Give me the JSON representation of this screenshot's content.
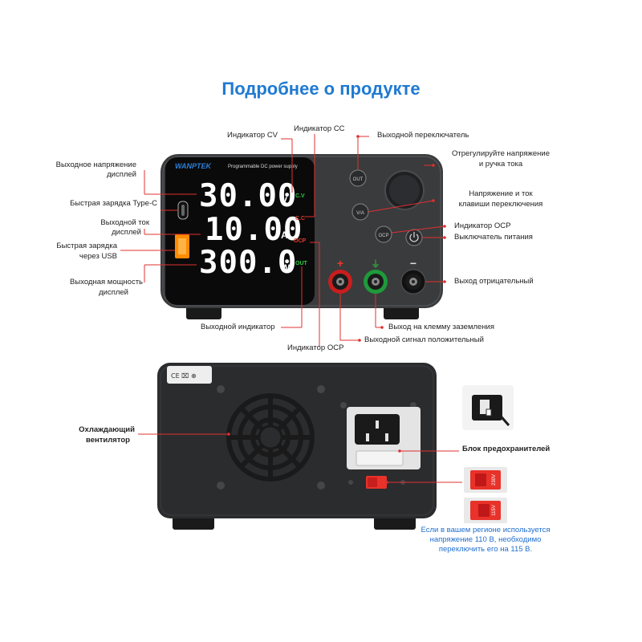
{
  "title": "Подробнее о продукте",
  "front_panel": {
    "brand": "WANPTEK",
    "subtitle": "Programmable DC power supply",
    "display": {
      "voltage": "30.00",
      "voltage_unit": "V",
      "current": "10.00",
      "current_unit": "A",
      "power": "300.0",
      "power_unit": "W"
    },
    "indicators": {
      "cv": "C.V",
      "cc": "C.C",
      "ocp": "OCP",
      "out": "OUT"
    },
    "buttons": {
      "out": "OUT",
      "va": "V/A",
      "ocp": "OCP"
    },
    "terminals": {
      "plus": "+",
      "minus": "−"
    }
  },
  "labels": {
    "cv_indicator": "Индикатор CV",
    "cc_indicator": "Индикатор CC",
    "output_switch": "Выходной переключатель",
    "adjust_knob_1": "Отрегулируйте напряжение",
    "adjust_knob_2": "и ручка тока",
    "va_keys_1": "Напряжение и ток",
    "va_keys_2": "клавиши переключения",
    "ocp_indicator_right": "Индикатор OCP",
    "power_switch": "Выключатель питания",
    "neg_output": "Выход отрицательный",
    "ground_output": "Выход на клемму заземления",
    "pos_output": "Выходной сигнал положительный",
    "ocp_indicator_bottom": "Индикатор OCP",
    "output_indicator": "Выходной индикатор",
    "voltage_display_1": "Выходное напряжение",
    "voltage_display_2": "дисплей",
    "typec_charge": "Быстрая зарядка Type-C",
    "current_display_1": "Выходной ток",
    "current_display_2": "дисплей",
    "usb_charge_1": "Быстрая зарядка",
    "usb_charge_2": "через USB",
    "power_display_1": "Выходная мощность",
    "power_display_2": "дисплей",
    "fan_1": "Охлаждающий",
    "fan_2": "вентилятор",
    "fuse_block": "Блок предохранителей",
    "note_1": "Если в вашем регионе используется",
    "note_2": "напряжение 110 В, необходимо",
    "note_3": "переключить его на 115 В."
  },
  "back_panel": {
    "cert_marks": "CE ⌧ ⊕",
    "switch_230": "230V",
    "switch_115": "115V"
  },
  "colors": {
    "title_blue": "#1f7ad1",
    "note_blue": "#1f6fd0",
    "callout_red": "#e03030",
    "ind_green": "#2ecc40",
    "ind_red": "#e63a2a",
    "orange": "#ff8c00",
    "switch_red": "#e8322a"
  }
}
